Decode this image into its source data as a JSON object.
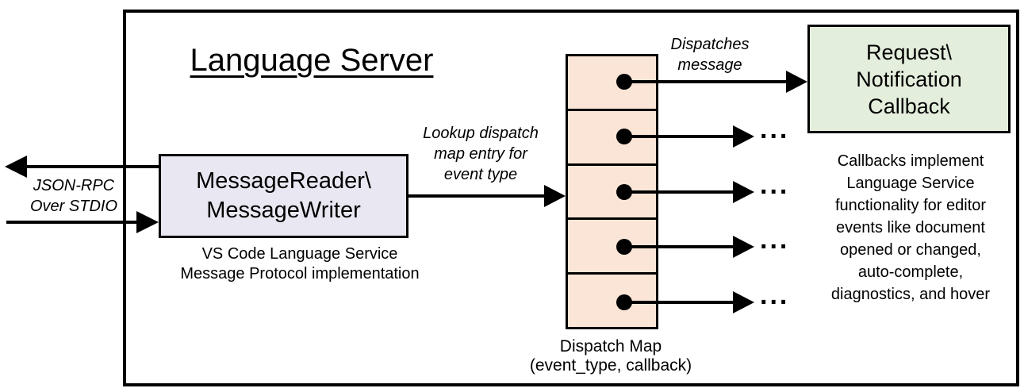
{
  "diagram": {
    "title": "Language Server",
    "stdio": {
      "line1": "JSON-RPC",
      "line2": "Over STDIO"
    },
    "reader_box": {
      "line1": "MessageReader\\",
      "line2": "MessageWriter"
    },
    "reader_caption": {
      "line1": "VS Code Language Service",
      "line2": "Message Protocol implementation"
    },
    "lookup_label": {
      "line1": "Lookup dispatch",
      "line2": "map entry for",
      "line3": "event type"
    },
    "dispatches_label": {
      "line1": "Dispatches",
      "line2": "message"
    },
    "callback_box": {
      "line1": "Request\\",
      "line2": "Notification",
      "line3": "Callback"
    },
    "callbacks_note": {
      "lines": [
        "Callbacks implement",
        "Language Service",
        "functionality for editor",
        "events like document",
        "opened or changed,",
        "auto-complete,",
        "diagnostics, and hover"
      ]
    },
    "dispatch_caption": {
      "line1": "Dispatch Map",
      "line2": "(event_type, callback)"
    },
    "ellipsis": "...",
    "colors": {
      "stroke": "#000000",
      "reader_fill": "#E9E8F2",
      "dispatch_fill": "#FBE5D6",
      "callback_fill": "#E4EEDC"
    }
  }
}
